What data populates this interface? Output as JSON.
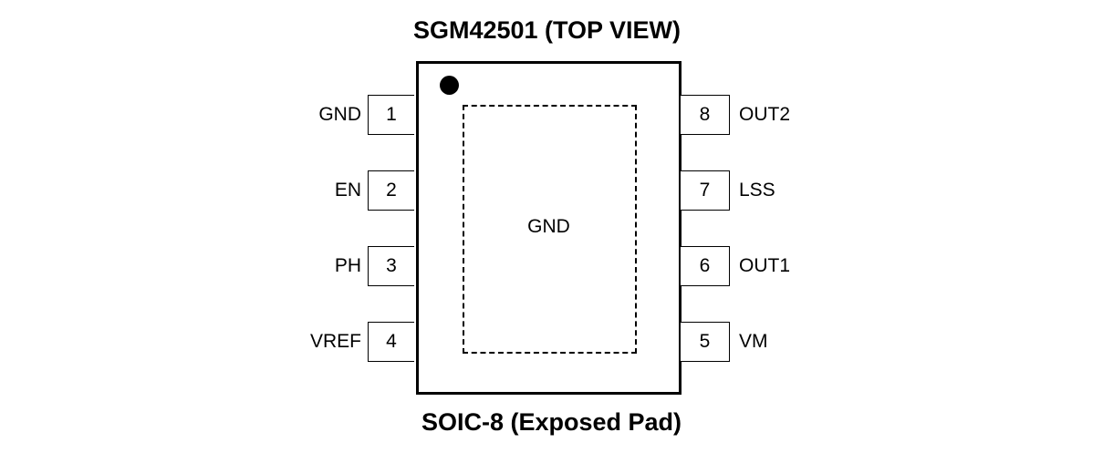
{
  "title": "SGM42501 (TOP VIEW)",
  "package": "SOIC-8 (Exposed Pad)",
  "exposed_pad_label": "GND",
  "pins_left": [
    {
      "number": "1",
      "name": "GND"
    },
    {
      "number": "2",
      "name": "EN"
    },
    {
      "number": "3",
      "name": "PH"
    },
    {
      "number": "4",
      "name": "VREF"
    }
  ],
  "pins_right": [
    {
      "number": "8",
      "name": "OUT2"
    },
    {
      "number": "7",
      "name": "LSS"
    },
    {
      "number": "6",
      "name": "OUT1"
    },
    {
      "number": "5",
      "name": "VM"
    }
  ]
}
